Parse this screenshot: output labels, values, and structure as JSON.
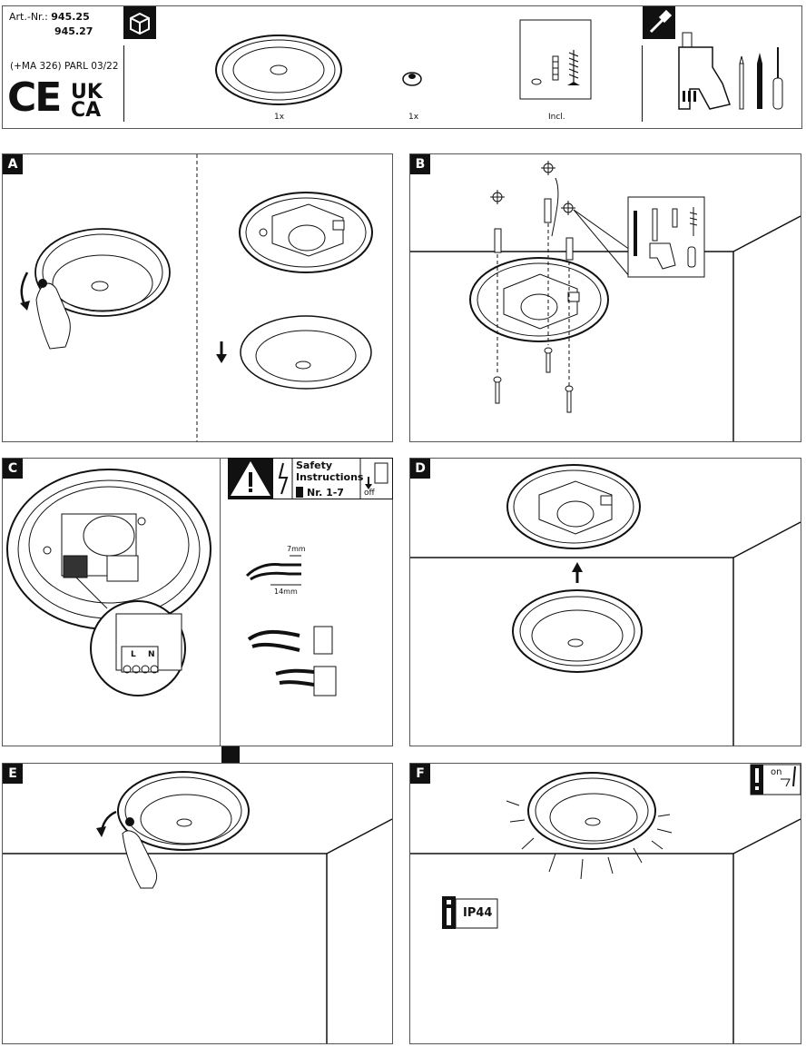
{
  "header": {
    "art_label": "Art.-Nr.:",
    "art_numbers": [
      "945.25",
      "945.27"
    ],
    "code": "(+MA 326) PARL 03/22",
    "ce_mark": "CE",
    "ukca_mark": [
      "UK",
      "CA"
    ],
    "qty_lamp": "1x",
    "qty_knob": "1x",
    "incl_label": "Incl.",
    "icons": [
      "package-icon",
      "screwdriver-icon",
      "drill-icon",
      "drill-bit-icon",
      "pencil-icon",
      "screwdriver-tool-icon"
    ]
  },
  "panels": {
    "A": {
      "label": "A"
    },
    "B": {
      "label": "B"
    },
    "C": {
      "label": "C",
      "safety_title": "Safety",
      "safety_subtitle": "Instructions",
      "safety_ref": "Nr. 1-7",
      "switch_label": "off",
      "strip_outer": "7mm",
      "strip_inner": "14mm",
      "terminal_L": "L",
      "terminal_N": "N"
    },
    "D": {
      "label": "D"
    },
    "E": {
      "label": "E"
    },
    "F": {
      "label": "F",
      "switch_label": "on",
      "ip_rating": "IP44"
    }
  }
}
